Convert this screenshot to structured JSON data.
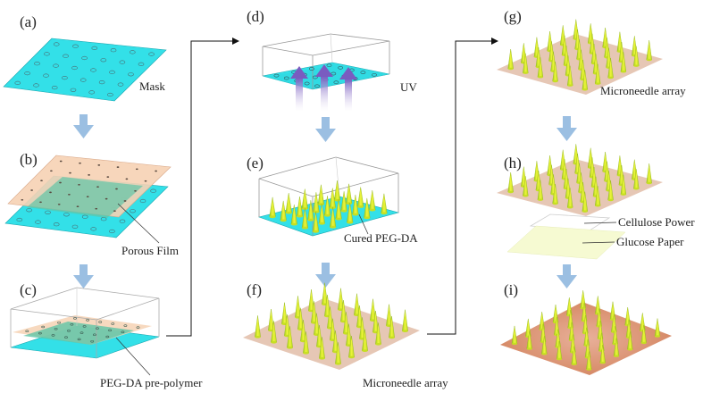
{
  "panels": {
    "a": "(a)",
    "b": "(b)",
    "c": "(c)",
    "d": "(d)",
    "e": "(e)",
    "f": "(f)",
    "g": "(g)",
    "h": "(h)",
    "i": "(i)"
  },
  "labels": {
    "mask": "Mask",
    "porous_film": "Porous Film",
    "pre_polymer": "PEG-DA  pre-polymer",
    "uv": "UV",
    "cured": "Cured  PEG-DA",
    "microneedle_f": "Microneedle  array",
    "microneedle_g": "Microneedle array",
    "cellulose": "Cellulose Power",
    "glucose": "Glucose Paper"
  },
  "colors": {
    "cyan": "#33e0e8",
    "film": "#f6d2b4",
    "film_green": "#5fc4a6",
    "substrate": "#e6c7b5",
    "substrate_dark": "#d98f6c",
    "needle": "#d8ea2a",
    "arrow": "#9bbfe2",
    "uv_arrow": "#8a6fc4",
    "glucose_paper": "#f6fad2"
  }
}
